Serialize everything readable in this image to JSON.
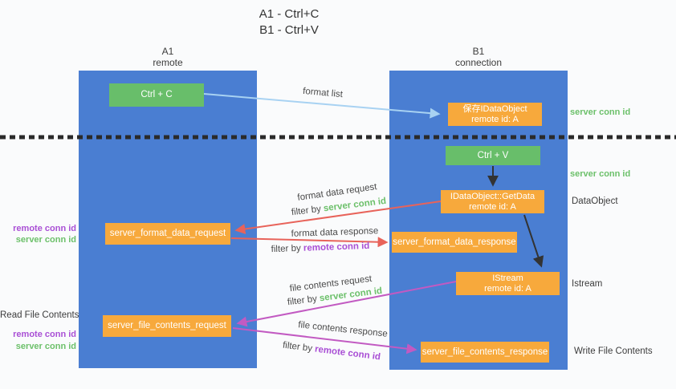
{
  "title": {
    "line1": "A1 - Ctrl+C",
    "line2": "B1 - Ctrl+V"
  },
  "columns": {
    "a1": {
      "name": "A1",
      "subtitle": "remote"
    },
    "b1": {
      "name": "B1",
      "subtitle": "connection"
    }
  },
  "boxes": {
    "ctrl_c": "Ctrl + C",
    "ctrl_v": "Ctrl + V",
    "save_idataobject": {
      "line1": "保存IDataObject",
      "line2": "remote id: A"
    },
    "getdata": {
      "line1": "IDataObject::GetData",
      "line2": "remote id: A"
    },
    "istream": {
      "line1": "IStream",
      "line2": "remote id: A"
    },
    "server_format_data_request": "server_format_data_request",
    "server_format_data_response": "server_format_data_response",
    "server_file_contents_request": "server_file_contents_request",
    "server_file_contents_response": "server_file_contents_response"
  },
  "edge_labels": {
    "format_list": "format list",
    "format_data_request": "format data request",
    "format_data_response": "format data response",
    "file_contents_request": "file contents request",
    "file_contents_response": "file contents response",
    "filter_by": "filter by",
    "server_conn_id": "server conn id",
    "remote_conn_id": "remote conn id"
  },
  "side_labels": {
    "server_conn_id": "server conn id",
    "remote_conn_id": "remote conn id",
    "dataobject": "DataObject",
    "istream": "Istream",
    "read_file_contents": "Read File Contents",
    "write_file_contents": "Write File Contents"
  },
  "colors": {
    "column_blue": "#4a7ed2",
    "box_green": "#68be6a",
    "box_orange": "#f7a93c",
    "arrow_red": "#e8635a",
    "arrow_purple": "#c25ac2",
    "arrow_light_blue": "#a8d2f2",
    "arrow_black": "#333333",
    "text_green": "#6cc06a",
    "text_purple": "#a94fd5",
    "dashed_line": "#2a2a2a"
  }
}
